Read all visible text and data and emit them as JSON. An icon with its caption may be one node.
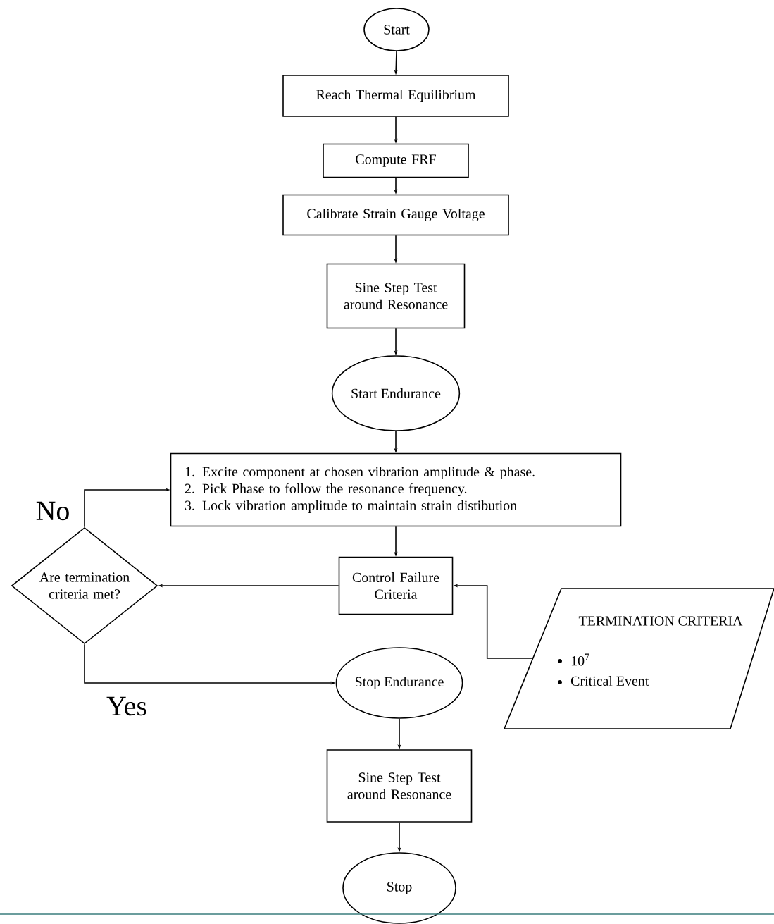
{
  "diagram": {
    "nodes": [
      {
        "text": [
          "Start"
        ]
      },
      {
        "text": [
          "Reach Thermal Equilibrium"
        ]
      },
      {
        "text": [
          "Compute FRF"
        ]
      },
      {
        "text": [
          "Calibrate Strain Gauge Voltage"
        ]
      },
      {
        "text": [
          "Sine Step Test around Resonance"
        ]
      },
      {
        "text": [
          "Start Endurance"
        ]
      },
      {
        "text": [
          "1. Excite component at chosen vibration amplitude & phase.",
          "2. Pick Phase to follow the resonance frequency.",
          "3. Lock vibration amplitude to maintain strain distibution"
        ]
      },
      {
        "text": [
          "Control Failure Criteria"
        ]
      },
      {
        "text": [
          "Are termination criteria met?"
        ]
      },
      {
        "text": [
          "TERMINATION CRITERIA",
          "10$^{7}$",
          "Critical Event"
        ]
      },
      {
        "text": [
          "Stop Endurance"
        ]
      },
      {
        "text": [
          "Sine Step Test around Resonance"
        ]
      },
      {
        "text": [
          "Stop"
        ]
      }
    ],
    "edges": [
      {
        "from": 0,
        "to": 1,
        "arrow": "to"
      },
      {
        "from": 1,
        "to": 2,
        "arrow": "to"
      },
      {
        "from": 2,
        "to": 3,
        "arrow": "to"
      },
      {
        "from": 3,
        "to": 4,
        "arrow": "to"
      },
      {
        "from": 4,
        "to": 5,
        "arrow": "to"
      },
      {
        "from": 5,
        "to": 6,
        "arrow": "to"
      },
      {
        "from": 6,
        "to": 7,
        "arrow": "to"
      },
      {
        "from": 7,
        "to": 8,
        "arrow": "to"
      },
      {
        "from": 8,
        "to": 6,
        "arrow": "to",
        "label": "No"
      },
      {
        "from": 8,
        "to": 10,
        "arrow": "to",
        "label": "Yes"
      },
      {
        "from": 9,
        "to": 7,
        "arrow": "to"
      },
      {
        "from": 10,
        "to": 11,
        "arrow": "to"
      },
      {
        "from": 11,
        "to": 12,
        "arrow": "to"
      }
    ]
  }
}
